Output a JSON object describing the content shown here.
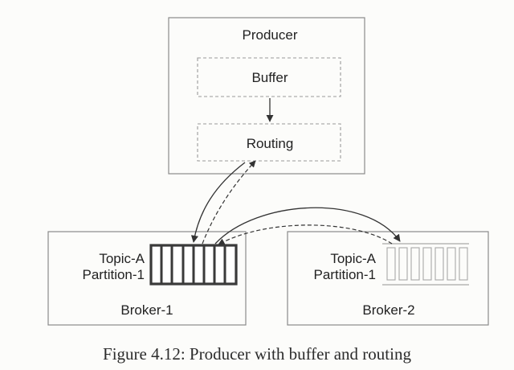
{
  "producer": {
    "title": "Producer",
    "buffer_label": "Buffer",
    "routing_label": "Routing"
  },
  "broker1": {
    "name": "Broker-1",
    "topic": "Topic-A",
    "partition": "Partition-1"
  },
  "broker2": {
    "name": "Broker-2",
    "topic": "Topic-A",
    "partition": "Partition-1"
  },
  "caption": "Figure 4.12: Producer with buffer and routing",
  "colors": {
    "box_border": "#8a8a8a",
    "dashed_border": "#9a9a9a",
    "leader_partition": "#3a3a3a",
    "follower_partition": "#a8a8a8",
    "arrow": "#333333"
  }
}
